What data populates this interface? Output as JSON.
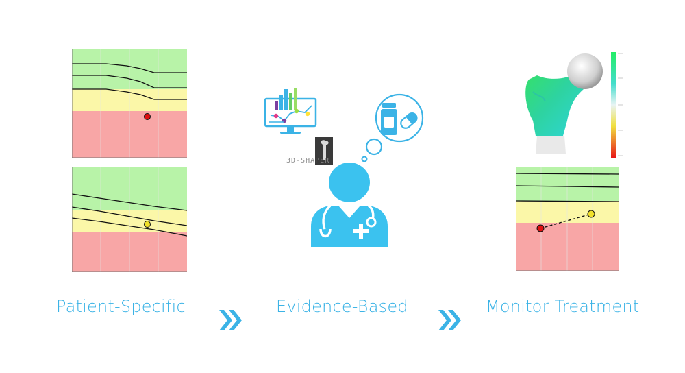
{
  "steps": [
    {
      "label": "Patient-Specific"
    },
    {
      "label": "Evidence-Based"
    },
    {
      "label": "Monitor Treatment"
    }
  ],
  "brand": {
    "name": "3D-SHAPER"
  },
  "colors": {
    "accent": "#3bb3e6",
    "zone_green": "#b5f3a6",
    "zone_yellow": "#fbf6a8",
    "zone_red": "#f7a5a5",
    "marker_red": "#e01010",
    "marker_yellow": "#f0e02a"
  },
  "icons": [
    "chevron-right-icon",
    "doctor-icon",
    "monitor-chart-icon",
    "medication-icon",
    "thought-bubble-icon",
    "femur-model-icon",
    "color-scale-icon"
  ]
}
